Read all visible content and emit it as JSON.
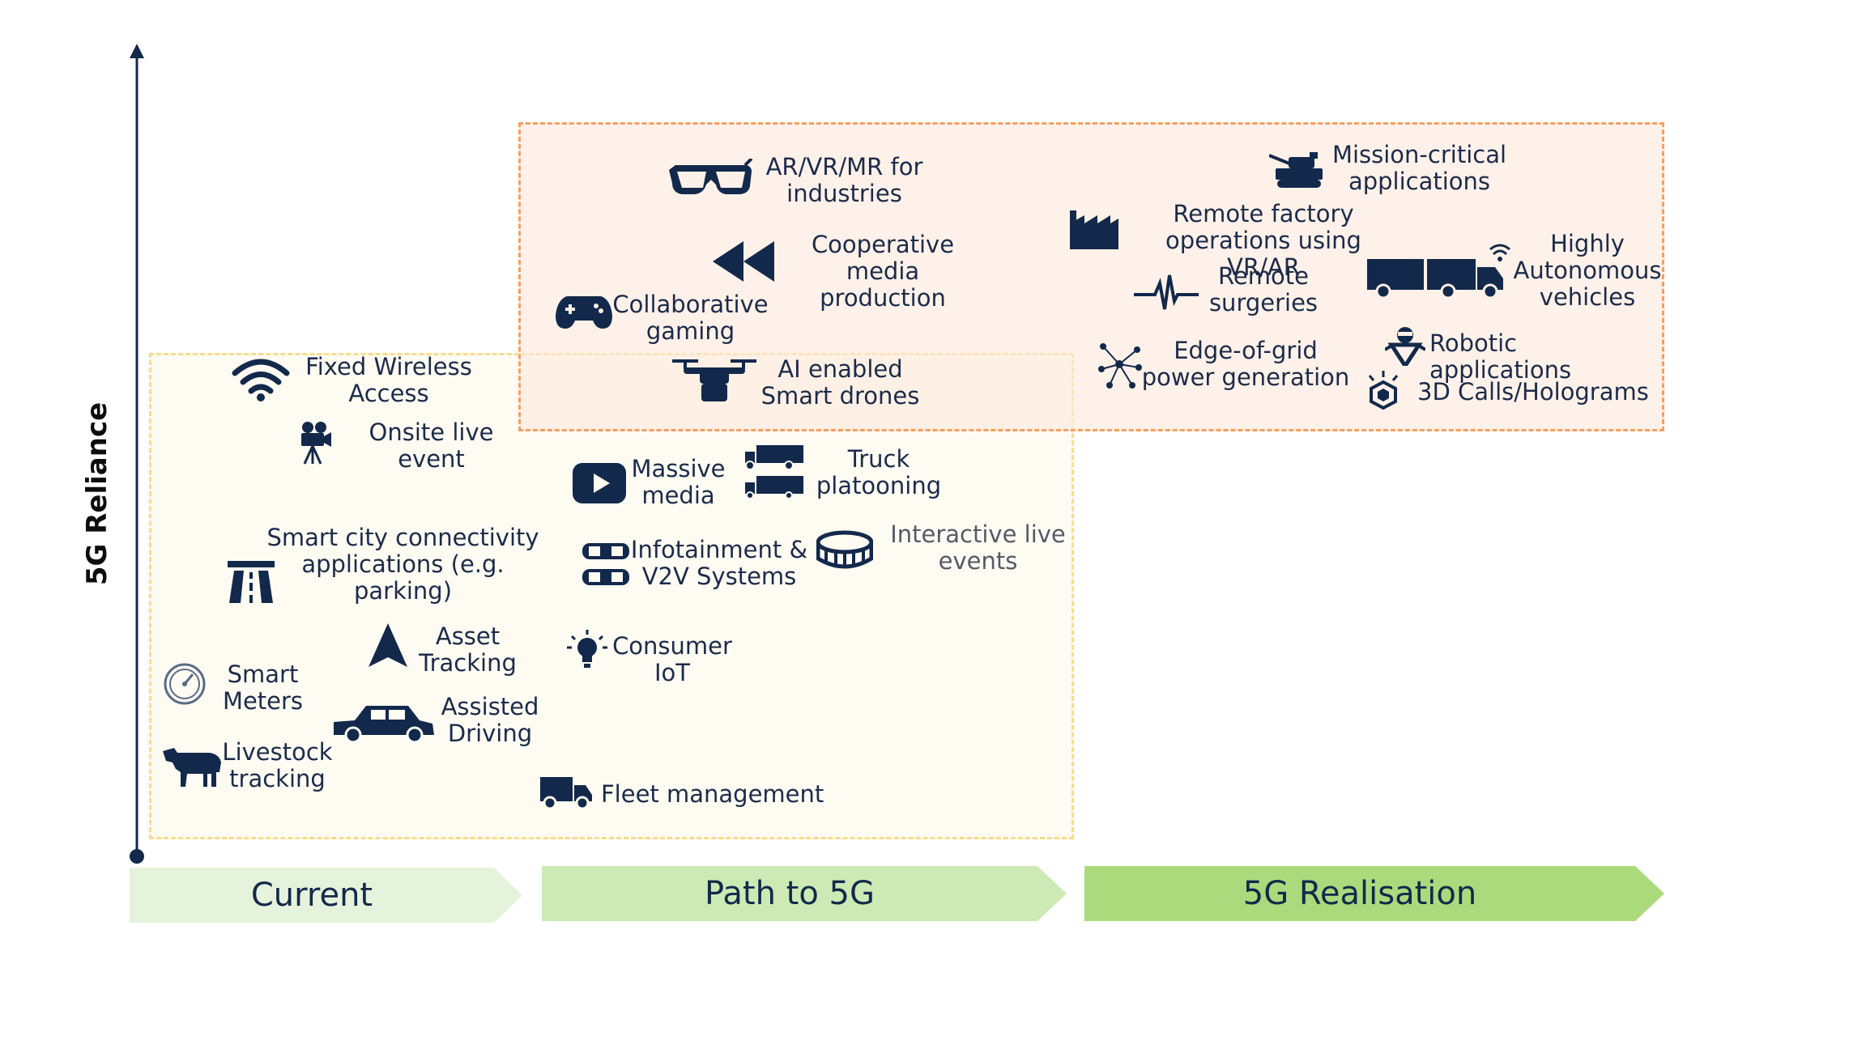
{
  "axis": {
    "y_label": "5G Reliance"
  },
  "phases": [
    {
      "label": "Current",
      "color": "#e6f3dc"
    },
    {
      "label": "Path to 5G",
      "color": "#cdeab5"
    },
    {
      "label": "5G Realisation",
      "color": "#abda7c"
    }
  ],
  "use_cases": {
    "fixed_wireless": "Fixed Wireless\nAccess",
    "onsite_live": "Onsite live\nevent",
    "smart_city": "Smart city connectivity\napplications (e.g.\nparking)",
    "asset_tracking": "Asset\nTracking",
    "smart_meters": "Smart\nMeters",
    "assisted_driving": "Assisted\nDriving",
    "livestock": "Livestock\ntracking",
    "fleet": "Fleet management",
    "massive_media": "Massive\nmedia",
    "truck_platooning": "Truck\nplatooning",
    "infotainment": "Infotainment &\nV2V Systems",
    "interactive_live": "Interactive live\nevents",
    "consumer_iot": "Consumer\nIoT",
    "ai_drones": "AI enabled\nSmart drones",
    "ar_vr": "AR/VR/MR for\nindustries",
    "coop_media": "Cooperative\nmedia production",
    "collab_gaming": "Collaborative\ngaming",
    "mission_critical": "Mission-critical\napplications",
    "remote_factory": "Remote factory\noperations using VR/AR",
    "remote_surgeries": "Remote\nsurgeries",
    "autonomous": "Highly\nAutonomous\nvehicles",
    "edge_grid": "Edge-of-grid\npower generation",
    "robotic": "Robotic applications",
    "holograms": "3D Calls/Holograms"
  },
  "icons": [
    "wifi-icon",
    "video-camera-icon",
    "motorway-icon",
    "navigation-arrow-icon",
    "gauge-icon",
    "car-icon",
    "cow-icon",
    "delivery-truck-icon",
    "play-button-icon",
    "trucks-icon",
    "connected-cars-icon",
    "stadium-icon",
    "lightbulb-icon",
    "drone-icon",
    "vr-glasses-icon",
    "rewind-icon",
    "gamepad-icon",
    "tank-icon",
    "factory-icon",
    "heartbeat-icon",
    "autonomous-truck-icon",
    "network-nodes-icon",
    "robot-icon",
    "hologram-icon"
  ]
}
